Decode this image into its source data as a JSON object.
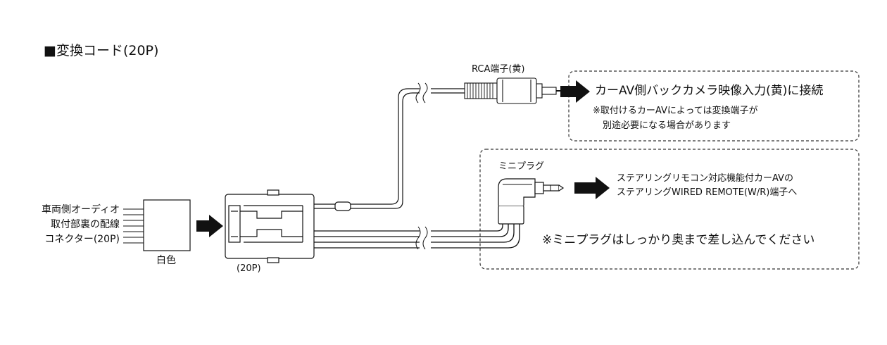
{
  "title": "■変換コード(20P)",
  "left_connector": {
    "label_lines": [
      "車両側オーディオ",
      "取付部裏の配線",
      "コネクター(20P)"
    ],
    "color_label": "白色"
  },
  "conversion_connector": {
    "label": "(20P)"
  },
  "rca": {
    "label": "RCA端子(黄)",
    "connect_text": "カーAV側バックカメラ映像入力(黄)に接続",
    "note_lines": [
      "※取付けるカーAVによっては変換端子が",
      "別途必要になる場合があります"
    ]
  },
  "mini_plug": {
    "label": "ミニプラグ",
    "connect_lines": [
      "ステアリングリモコン対応機能付カーAVの",
      "ステアリングWIRED REMOTE(W/R)端子へ"
    ],
    "caution": "※ミニプラグはしっかり奥まで差し込んでください"
  },
  "colors": {
    "line": "#111111",
    "background": "#ffffff",
    "dashed_box": "#333333"
  }
}
